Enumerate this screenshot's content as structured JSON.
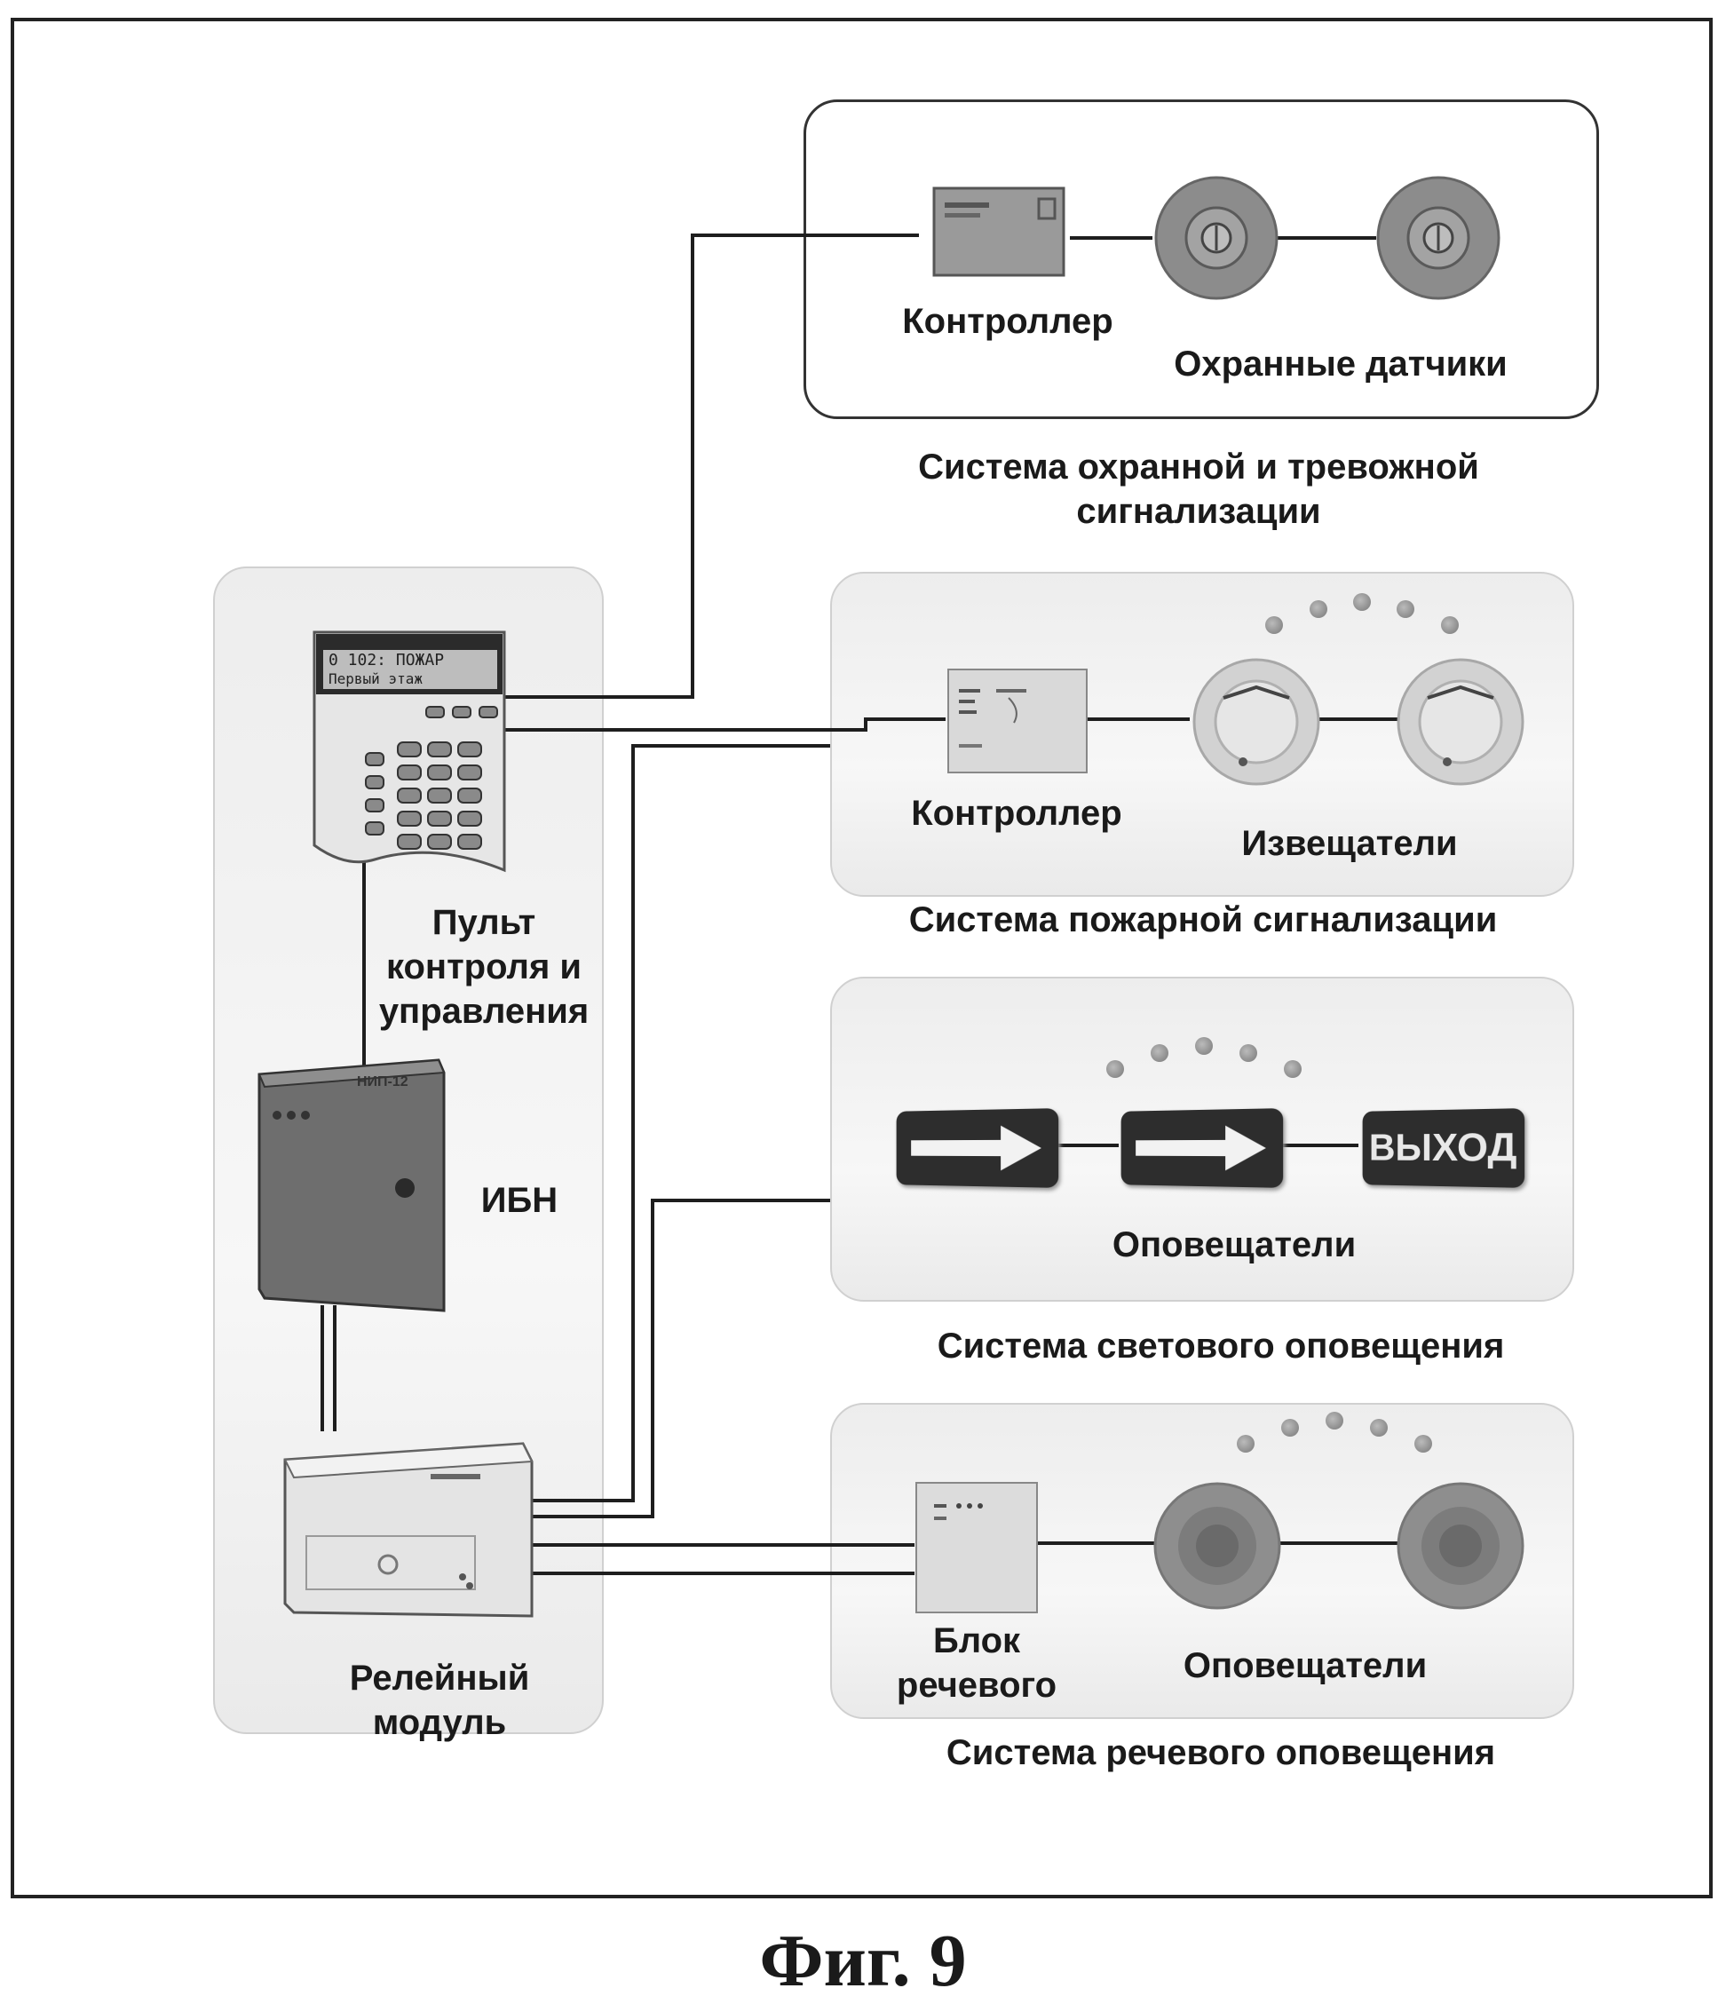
{
  "figure_caption": "Фиг. 9",
  "control_panel": {
    "label": "Пульт контроля и управления",
    "label_lines": [
      "Пульт",
      "контроля  и",
      "управления"
    ],
    "display_line1": "0  102: ПОЖАР",
    "display_line2": "Первый  этаж"
  },
  "power_unit": {
    "label": "ИБН",
    "badge": "НИП-12"
  },
  "relay_module": {
    "label_lines": [
      "Релейный",
      "модуль"
    ]
  },
  "security_system": {
    "title_lines": [
      "Система охранной и тревожной",
      "сигнализации"
    ],
    "controller_label": "Контроллер",
    "sensors_label": "Охранные датчики"
  },
  "fire_system": {
    "title": "Система пожарной сигнализации",
    "controller_label": "Контроллер",
    "detectors_label": "Извещатели"
  },
  "light_system": {
    "title": "Система светового оповещения",
    "notifiers_label": "Оповещатели",
    "exit_sign_text": "ВЫХОД"
  },
  "voice_system": {
    "title": "Система речевого оповещения",
    "block_label_lines": [
      "Блок",
      "речевого"
    ],
    "notifiers_label": "Оповещатели"
  }
}
